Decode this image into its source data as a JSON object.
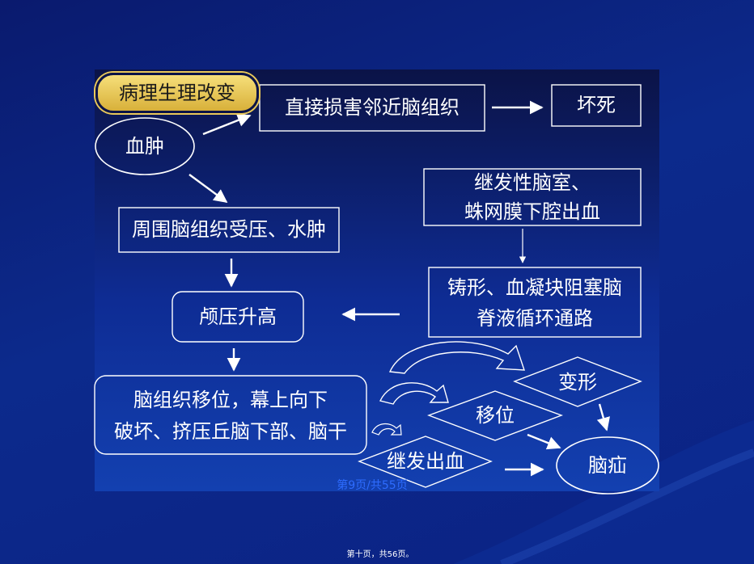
{
  "title": "病理生理改变",
  "nodes": {
    "hematoma": "血肿",
    "direct_damage": "直接损害邻近脑组织",
    "necrosis": "坏死",
    "secondary_hemorrhage_line1": "继发性脑室、",
    "secondary_hemorrhage_line2": "蛛网膜下腔出血",
    "compression_edema": "周围脑组织受压、水肿",
    "csf_block_line1": "铸形、血凝块阻塞脑",
    "csf_block_line2": "脊液循环通路",
    "icp_rise": "颅压升高",
    "displacement_line1": "脑组织移位，幕上向下",
    "displacement_line2": "破坏、挤压丘脑下部、脑干",
    "deformation": "变形",
    "shift": "移位",
    "secondary_bleeding": "继发出血",
    "herniation": "脑疝"
  },
  "footer": {
    "page": "第9页/共55页",
    "note": "第十页，共56页。"
  },
  "colors": {
    "accent_gold": "#e9c859",
    "text": "#ffffff",
    "page_number": "#2e6cff"
  }
}
